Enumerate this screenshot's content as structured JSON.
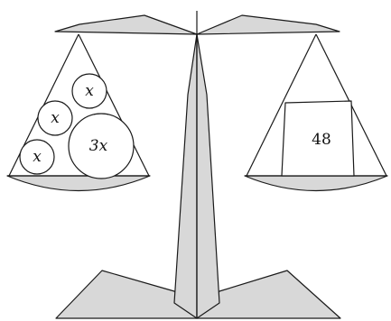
{
  "left_pan": {
    "weights": [
      {
        "label": "x"
      },
      {
        "label": "x"
      },
      {
        "label": "x"
      },
      {
        "label": "3x"
      }
    ]
  },
  "right_pan": {
    "weight": {
      "label": "48"
    }
  },
  "colors": {
    "fill": "#d8d8d8",
    "stroke": "#1a1a1a",
    "background": "#ffffff"
  }
}
